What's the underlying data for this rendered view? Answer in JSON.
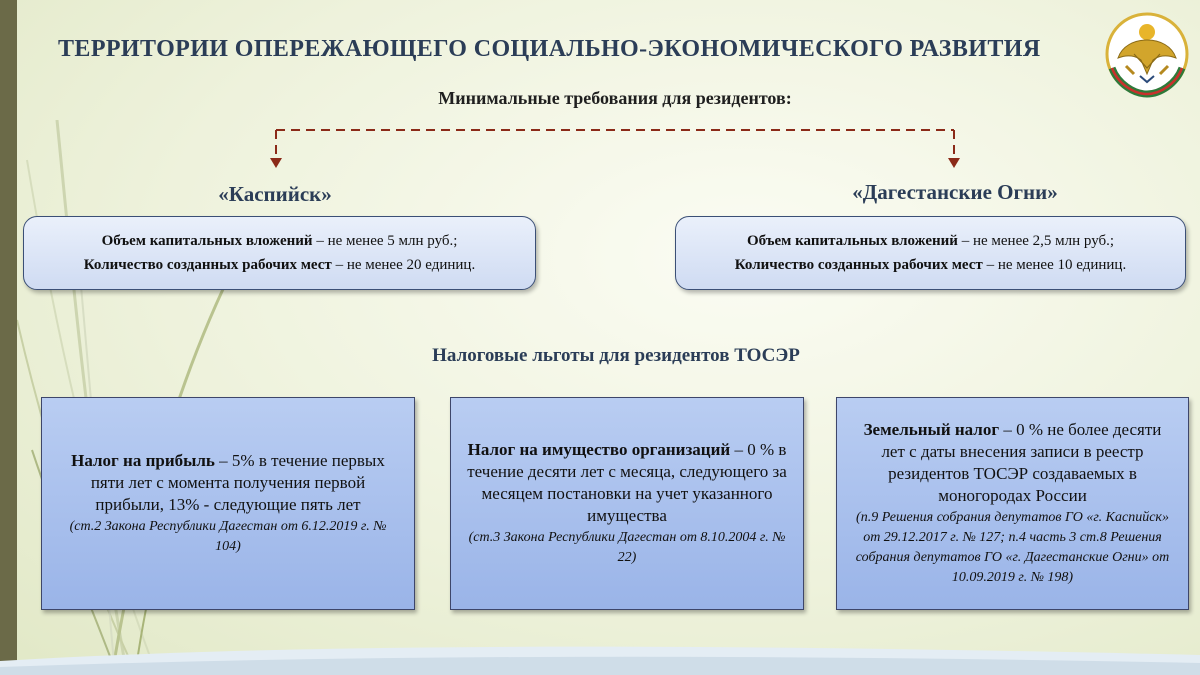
{
  "title": "ТЕРРИТОРИИ ОПЕРЕЖАЮЩЕГО СОЦИАЛЬНО-ЭКОНОМИЧЕСКОГО РАЗВИТИЯ",
  "subtitle": "Минимальные требования для резидентов:",
  "cities": [
    {
      "name": "«Каспийск»",
      "requirements": [
        {
          "label": "Объем капитальных вложений",
          "value": " – не менее 5 млн руб.;"
        },
        {
          "label": "Количество созданных рабочих мест",
          "value": " – не менее 20 единиц."
        }
      ]
    },
    {
      "name": "«Дагестанские Огни»",
      "requirements": [
        {
          "label": "Объем капитальных вложений",
          "value": " – не менее 2,5 млн руб.;"
        },
        {
          "label": "Количество созданных рабочих мест",
          "value": " – не менее 10 единиц."
        }
      ]
    }
  ],
  "tax_heading": "Налоговые льготы для резидентов ТОСЭР",
  "taxes": [
    {
      "name": "Налог на прибыль",
      "text": " – 5% в течение первых пяти лет с момента получения первой прибыли, 13% - следующие пять лет",
      "note": "(ст.2 Закона Республики Дагестан от 6.12.2019 г. № 104)"
    },
    {
      "name": "Налог на имущество организаций",
      "text": " – 0 % в течение десяти лет с месяца, следующего за месяцем постановки на учет указанного имущества",
      "note": "(ст.3 Закона Республики Дагестан от 8.10.2004 г. № 22)"
    },
    {
      "name": "Земельный налог",
      "text": " – 0 % не более десяти лет с даты внесения записи в реестр резидентов ТОСЭР создаваемых в моногородах России",
      "note": "(п.9 Решения собрания депутатов ГО «г. Каспийск» от 29.12.2017 г. № 127; п.4 часть 3 ст.8 Решения собрания депутатов ГО «г. Дагестанские Огни» от 10.09.2019 г. № 198)"
    }
  ],
  "colors": {
    "title": "#2b3d57",
    "connector": "#8b2a18",
    "box_border": "#3b4f76",
    "tax_box": "#a9c1ee"
  }
}
